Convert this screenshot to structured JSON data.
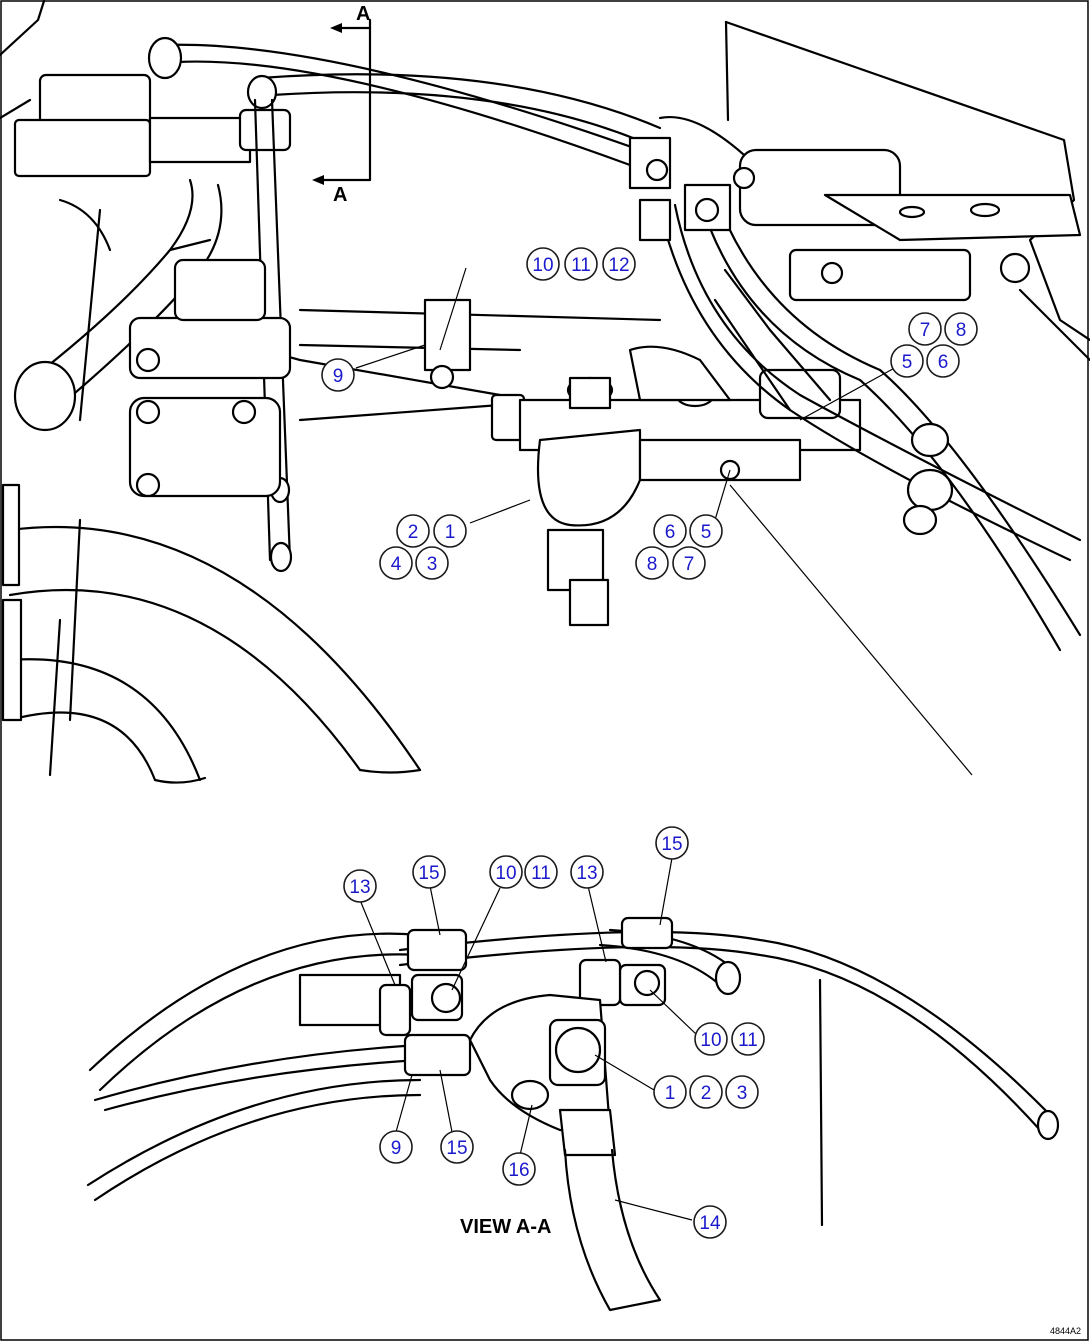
{
  "section_labels": [
    "A",
    "A"
  ],
  "view_title": "VIEW A-A",
  "drawing_number": "4844A2",
  "colors": {
    "callout_text": "#1a1acc",
    "line": "#000000",
    "background": "#ffffff"
  },
  "callouts": [
    {
      "label": "10",
      "group": "main"
    },
    {
      "label": "11",
      "group": "main"
    },
    {
      "label": "12",
      "group": "main"
    },
    {
      "label": "9",
      "group": "main"
    },
    {
      "label": "7",
      "group": "main"
    },
    {
      "label": "8",
      "group": "main"
    },
    {
      "label": "5",
      "group": "main"
    },
    {
      "label": "6",
      "group": "main"
    },
    {
      "label": "2",
      "group": "main"
    },
    {
      "label": "1",
      "group": "main"
    },
    {
      "label": "4",
      "group": "main"
    },
    {
      "label": "3",
      "group": "main"
    },
    {
      "label": "6",
      "group": "main"
    },
    {
      "label": "5",
      "group": "main"
    },
    {
      "label": "8",
      "group": "main"
    },
    {
      "label": "7",
      "group": "main"
    },
    {
      "label": "15",
      "group": "view-a-a"
    },
    {
      "label": "13",
      "group": "view-a-a"
    },
    {
      "label": "15",
      "group": "view-a-a"
    },
    {
      "label": "10",
      "group": "view-a-a"
    },
    {
      "label": "11",
      "group": "view-a-a"
    },
    {
      "label": "13",
      "group": "view-a-a"
    },
    {
      "label": "10",
      "group": "view-a-a"
    },
    {
      "label": "11",
      "group": "view-a-a"
    },
    {
      "label": "1",
      "group": "view-a-a"
    },
    {
      "label": "2",
      "group": "view-a-a"
    },
    {
      "label": "3",
      "group": "view-a-a"
    },
    {
      "label": "9",
      "group": "view-a-a"
    },
    {
      "label": "15",
      "group": "view-a-a"
    },
    {
      "label": "16",
      "group": "view-a-a"
    },
    {
      "label": "14",
      "group": "view-a-a"
    }
  ]
}
